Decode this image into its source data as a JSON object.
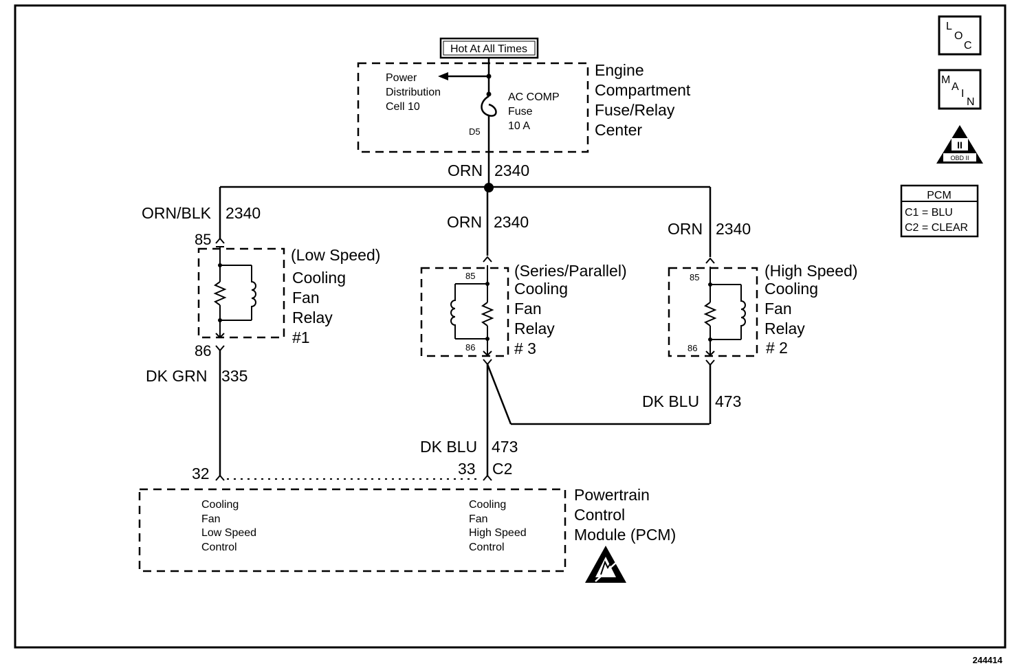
{
  "power_source": {
    "label": "Hot At All Times",
    "center_name": [
      "Engine",
      "Compartment",
      "Fuse/Relay",
      "Center"
    ],
    "power_dist": [
      "Power",
      "Distribution",
      "Cell 10"
    ],
    "fuse": [
      "AC COMP",
      "Fuse",
      "10 A"
    ],
    "terminal": "D5"
  },
  "wires": {
    "main": {
      "color": "ORN",
      "circuit": "2340"
    },
    "relay1_feed": {
      "color": "ORN/BLK",
      "circuit": "2340"
    },
    "relay3_feed": {
      "color": "ORN",
      "circuit": "2340"
    },
    "relay2_feed": {
      "color": "ORN",
      "circuit": "2340"
    },
    "relay1_out": {
      "color": "DK GRN",
      "circuit": "335"
    },
    "relay2_out": {
      "color": "DK BLU",
      "circuit": "473"
    },
    "pcm_in": {
      "color": "DK BLU",
      "circuit": "473"
    }
  },
  "relays": [
    {
      "name": [
        "(Low Speed)",
        "Cooling",
        "Fan",
        "Relay",
        "#1"
      ],
      "pin_top": "85",
      "pin_bottom": "86"
    },
    {
      "name": [
        "(Series/Parallel)",
        "Cooling",
        "Fan",
        "Relay",
        "# 3"
      ],
      "pin_top": "85",
      "pin_bottom": "86"
    },
    {
      "name": [
        "(High Speed)",
        "Cooling",
        "Fan",
        "Relay",
        "# 2"
      ],
      "pin_top": "85",
      "pin_bottom": "86"
    }
  ],
  "pcm": {
    "name": [
      "Powertrain",
      "Control",
      "Module (PCM)"
    ],
    "pin_low": "32",
    "pin_high": "33",
    "connector": "C2",
    "low_ctrl": [
      "Cooling",
      "Fan",
      "Low Speed",
      "Control"
    ],
    "high_ctrl": [
      "Cooling",
      "Fan",
      "High Speed",
      "Control"
    ]
  },
  "legend": {
    "title": "PCM",
    "lines": [
      "C1 = BLU",
      "C2 = CLEAR"
    ]
  },
  "icons": {
    "loc": [
      "L",
      "O",
      "C"
    ],
    "main": [
      "M",
      "A",
      "I",
      "N"
    ],
    "obd": [
      "II",
      "OBD II"
    ]
  },
  "figure_number": "244414"
}
